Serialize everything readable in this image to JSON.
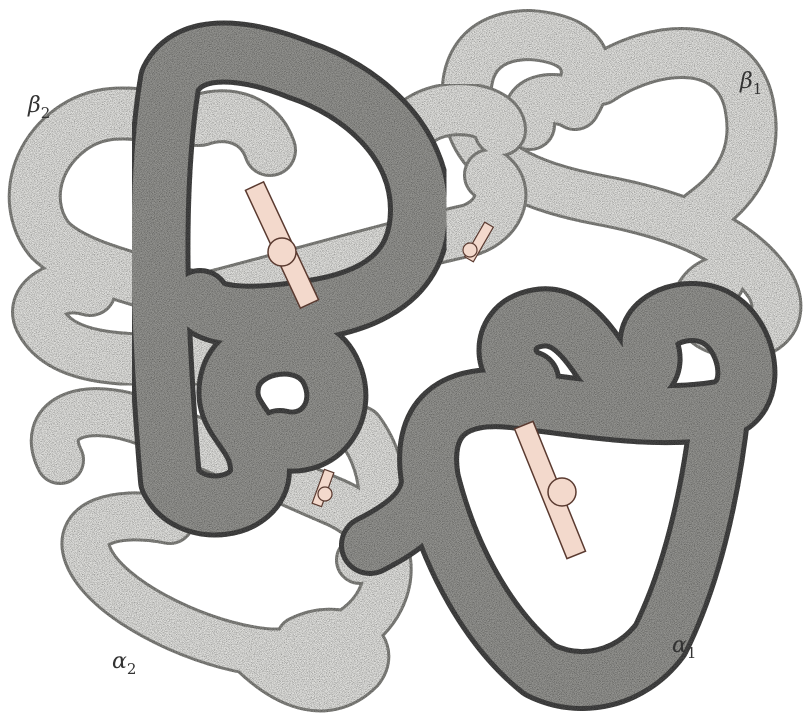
{
  "labels": {
    "beta2": {
      "greek": "β",
      "sub": "2"
    },
    "beta1": {
      "greek": "β",
      "sub": "1"
    },
    "alpha2": {
      "greek": "α",
      "sub": "2"
    },
    "alpha1": {
      "greek": "α",
      "sub": "1"
    }
  },
  "colors": {
    "light_tube_fill": "#e9e9e6",
    "light_tube_edge": "#8a8a86",
    "dark_tube_fill": "#9a9a96",
    "dark_tube_core": "#4a4a48",
    "heme": "#f3d9cc",
    "heme_edge": "#5a3a30",
    "background": "#ffffff"
  }
}
